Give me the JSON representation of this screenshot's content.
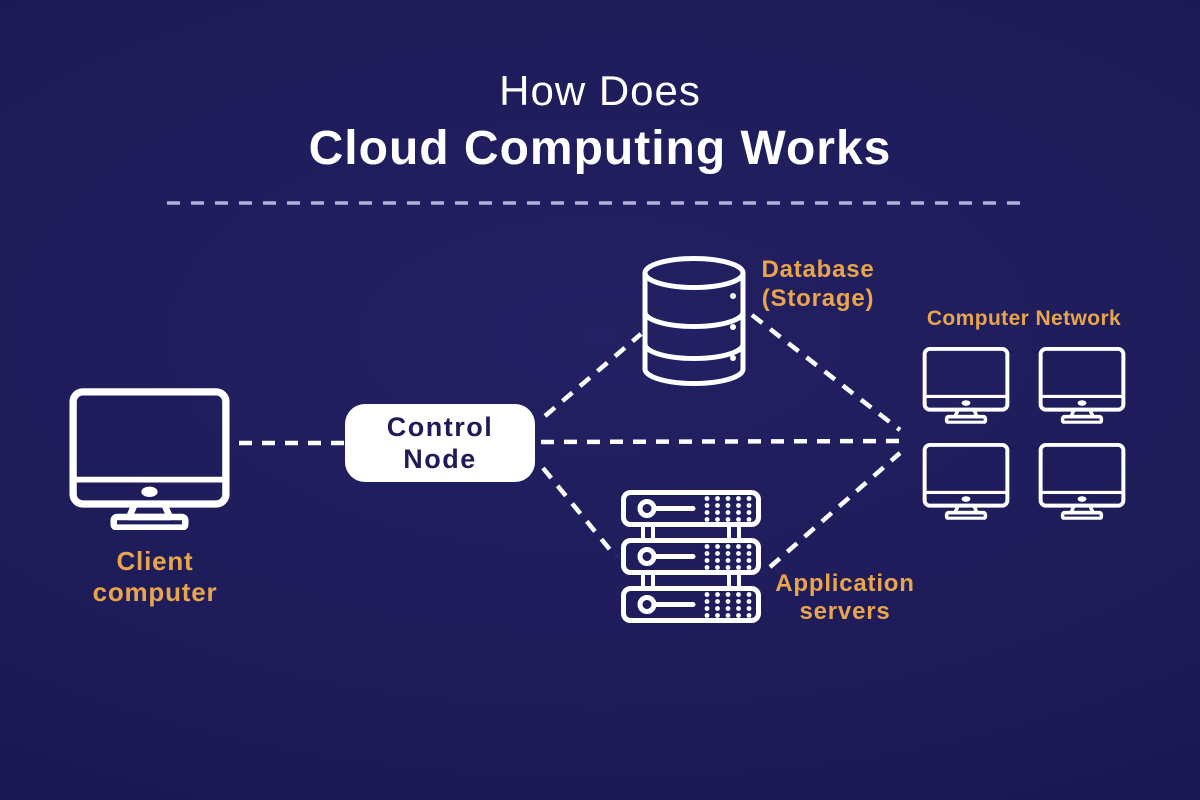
{
  "title": {
    "line1": "How Does",
    "line2": "Cloud Computing Works"
  },
  "nodes": {
    "client": {
      "line1": "Client",
      "line2": "computer",
      "icon": "desktop-monitor-icon"
    },
    "control_node": {
      "line1": "Control",
      "line2": "Node"
    },
    "database": {
      "line1": "Database",
      "line2": "(Storage)",
      "icon": "database-cylinder-icon"
    },
    "application_servers": {
      "line1": "Application",
      "line2": "servers",
      "icon": "server-rack-icon"
    },
    "computer_network": {
      "label": "Computer Network",
      "icon": "desktop-monitor-icon",
      "monitor_count": 4
    }
  },
  "connections": [
    {
      "from": "client",
      "to": "control_node",
      "style": "dashed"
    },
    {
      "from": "control_node",
      "to": "database",
      "style": "dashed"
    },
    {
      "from": "control_node",
      "to": "computer_network",
      "style": "dashed"
    },
    {
      "from": "control_node",
      "to": "application_servers",
      "style": "dashed"
    },
    {
      "from": "database",
      "to": "computer_network",
      "style": "dashed"
    },
    {
      "from": "application_servers",
      "to": "computer_network",
      "style": "dashed"
    }
  ],
  "colors": {
    "background": "#1E1B58",
    "accent_orange": "#E9A54C",
    "icon_stroke": "#FFFFFF",
    "control_node_bg": "#FFFFFF",
    "control_node_text": "#1E1B58",
    "title_separator": "#CFCBEF",
    "connector": "#FFFFFF"
  }
}
